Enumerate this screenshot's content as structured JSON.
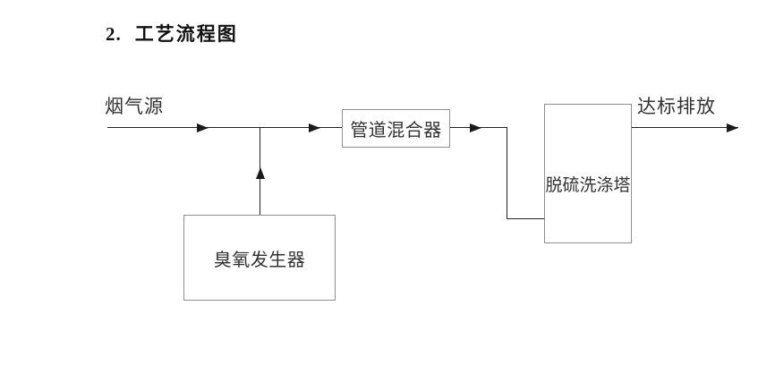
{
  "document": {
    "heading_number": "2.",
    "heading_text": "工艺流程图"
  },
  "diagram": {
    "type": "process-flow",
    "source_label": "烟气源",
    "discharge_label": "达标排放",
    "nodes": {
      "mixer_label": "管道混合器",
      "tower_label": "脱硫洗涤塔",
      "ozone_label": "臭氧发生器"
    },
    "flow": [
      "烟气源 → 管道混合器",
      "臭氧发生器 → 管道混合器 (向上注入)",
      "管道混合器 → 脱硫洗涤塔",
      "脱硫洗涤塔 → 达标排放"
    ],
    "colors": {
      "background": "#ffffff",
      "flow_line": "#222222",
      "box_border": "#8f8f8f",
      "label_text": "#333333",
      "heading_text": "#111111"
    }
  }
}
